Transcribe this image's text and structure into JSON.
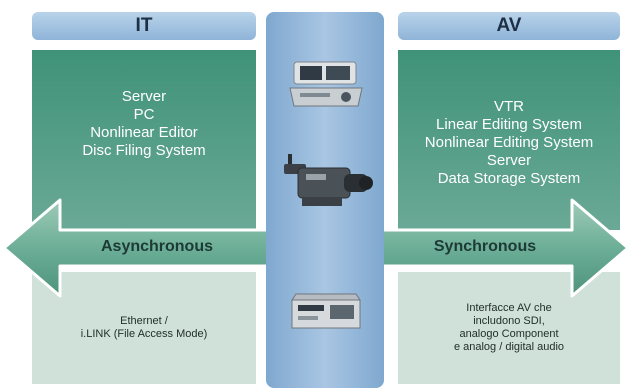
{
  "it": {
    "header": "IT",
    "items": [
      "Server",
      "PC",
      "Nonlinear Editor",
      "Disc Filing System"
    ],
    "mode": "Asynchronous",
    "interface": [
      "Ethernet /",
      "i.LINK (File Access Mode)"
    ]
  },
  "av": {
    "header": "AV",
    "items": [
      "VTR",
      "Linear Editing System",
      "Nonlinear Editing System",
      "Server",
      "Data Storage System"
    ],
    "mode": "Synchronous",
    "interface": [
      "Interfacce AV che",
      "includono SDI,",
      "analogo Component",
      "e analog / digital audio"
    ]
  },
  "center": {
    "devices": [
      "editing-controller-icon",
      "camcorder-icon",
      "vtr-deck-icon"
    ]
  },
  "colors": {
    "header_blue": "#9cbde0",
    "panel_green": "#4f9a83",
    "light_green": "#cfe1d8",
    "arrow_green": "#5ea48c"
  }
}
